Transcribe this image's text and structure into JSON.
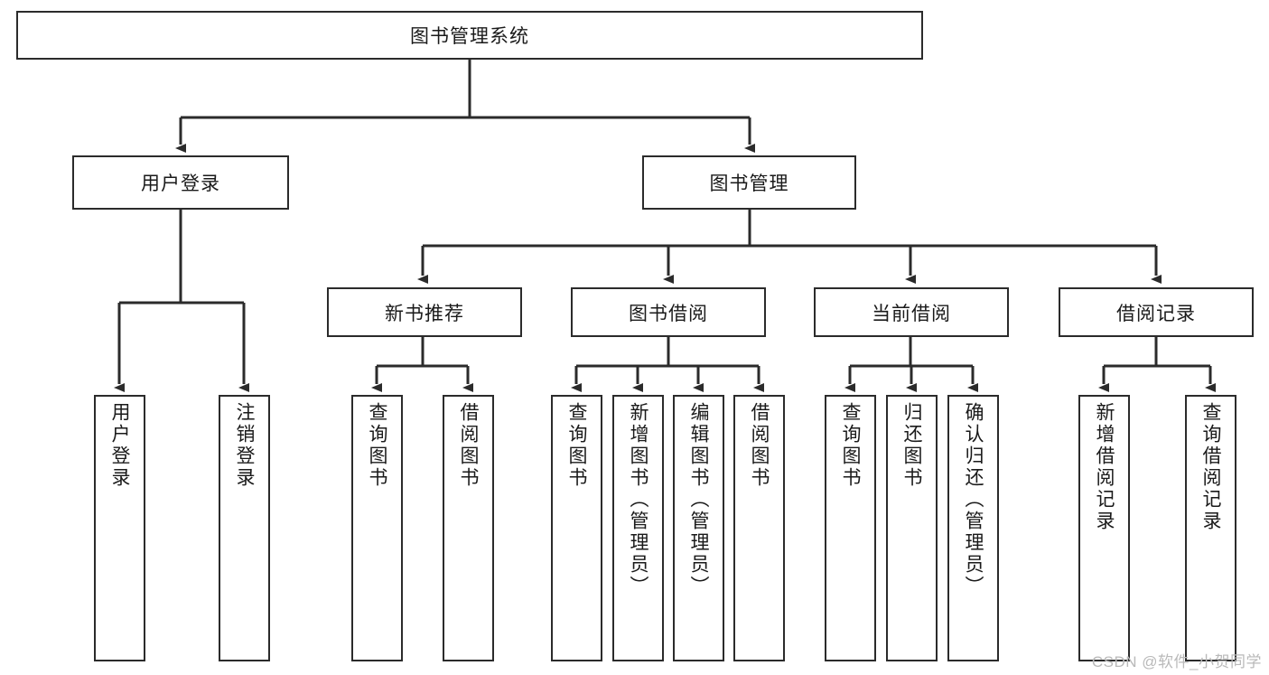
{
  "diagram": {
    "title": "图书管理系统",
    "type": "tree-hierarchy",
    "watermark": "CSDN @软件_小贺同学",
    "colors": {
      "background": "#ffffff",
      "border": "#2b2b2b",
      "text": "#1a1a1a",
      "edge": "#2b2b2b",
      "watermark": "#b9b9b9"
    },
    "levels": {
      "level0_label": "图书管理系统",
      "level1_labels": [
        "用户登录",
        "图书管理"
      ],
      "level2_labels": [
        "新书推荐",
        "图书借阅",
        "当前借阅",
        "借阅记录"
      ]
    },
    "nodes": {
      "root": {
        "label": "图书管理系统",
        "orientation": "horizontal"
      },
      "user_login": {
        "label": "用户登录",
        "orientation": "horizontal"
      },
      "book_mgmt": {
        "label": "图书管理",
        "orientation": "horizontal"
      },
      "new_book_rec": {
        "label": "新书推荐",
        "orientation": "horizontal"
      },
      "book_borrow": {
        "label": "图书借阅",
        "orientation": "horizontal"
      },
      "current_borrow": {
        "label": "当前借阅",
        "orientation": "horizontal"
      },
      "borrow_record": {
        "label": "借阅记录",
        "orientation": "horizontal"
      },
      "leaf_user_login": {
        "label": "用户登录",
        "orientation": "vertical"
      },
      "leaf_user_logout": {
        "label": "注销登录",
        "orientation": "vertical"
      },
      "leaf_query_book_1": {
        "label": "查询图书",
        "orientation": "vertical"
      },
      "leaf_borrow_book_1": {
        "label": "借阅图书",
        "orientation": "vertical"
      },
      "leaf_query_book_2": {
        "label": "查询图书",
        "orientation": "vertical"
      },
      "leaf_add_book": {
        "label": "新增图书（管理员）",
        "orientation": "vertical"
      },
      "leaf_edit_book": {
        "label": "编辑图书（管理员）",
        "orientation": "vertical"
      },
      "leaf_borrow_book_2": {
        "label": "借阅图书",
        "orientation": "vertical"
      },
      "leaf_query_book_3": {
        "label": "查询图书",
        "orientation": "vertical"
      },
      "leaf_return_book": {
        "label": "归还图书",
        "orientation": "vertical"
      },
      "leaf_confirm_return": {
        "label": "确认归还（管理员）",
        "orientation": "vertical"
      },
      "leaf_add_record": {
        "label": "新增借阅记录",
        "orientation": "vertical"
      },
      "leaf_query_record": {
        "label": "查询借阅记录",
        "orientation": "vertical"
      }
    },
    "edges": [
      {
        "from": "root",
        "to": "user_login"
      },
      {
        "from": "root",
        "to": "book_mgmt"
      },
      {
        "from": "user_login",
        "to": "leaf_user_login"
      },
      {
        "from": "user_login",
        "to": "leaf_user_logout"
      },
      {
        "from": "book_mgmt",
        "to": "new_book_rec"
      },
      {
        "from": "book_mgmt",
        "to": "book_borrow"
      },
      {
        "from": "book_mgmt",
        "to": "current_borrow"
      },
      {
        "from": "book_mgmt",
        "to": "borrow_record"
      },
      {
        "from": "new_book_rec",
        "to": "leaf_query_book_1"
      },
      {
        "from": "new_book_rec",
        "to": "leaf_borrow_book_1"
      },
      {
        "from": "book_borrow",
        "to": "leaf_query_book_2"
      },
      {
        "from": "book_borrow",
        "to": "leaf_add_book"
      },
      {
        "from": "book_borrow",
        "to": "leaf_edit_book"
      },
      {
        "from": "book_borrow",
        "to": "leaf_borrow_book_2"
      },
      {
        "from": "current_borrow",
        "to": "leaf_query_book_3"
      },
      {
        "from": "current_borrow",
        "to": "leaf_return_book"
      },
      {
        "from": "current_borrow",
        "to": "leaf_confirm_return"
      },
      {
        "from": "borrow_record",
        "to": "leaf_add_record"
      },
      {
        "from": "borrow_record",
        "to": "leaf_query_record"
      }
    ]
  }
}
